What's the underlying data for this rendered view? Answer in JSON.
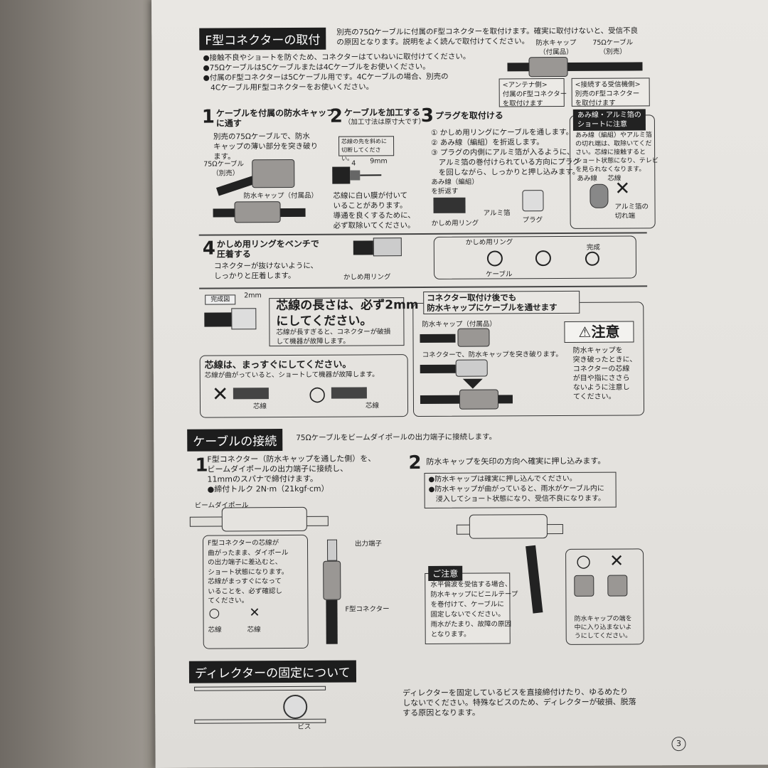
{
  "s1": {
    "title": "F型コネクターの取付",
    "intro": [
      "別売の75Ωケーブルに付属のF型コネクターを取付けます。確実に取付けないと、受信不良",
      "の原因となります。説明をよく読んで取付けてください。"
    ],
    "bullets": [
      "●接触不良やショートを防ぐため、コネクターはていねいに取付けてください。",
      "●75Ωケーブルは5Cケーブルまたは4Cケーブルをお使いください。",
      "●付属のF型コネクターは5Cケーブル用です。4Cケーブルの場合、別売の",
      "　4Cケーブル用F型コネクターをお使いください。"
    ],
    "diag": {
      "cap": [
        "防水キャップ",
        "（付属品）"
      ],
      "cable": [
        "75Ωケーブル",
        "（別売）"
      ],
      "antenna": [
        "<アンテナ側>",
        "付属のF型コネクター",
        "を取付けます"
      ],
      "receiver": [
        "<接続する受信機側>",
        "別売のF型コネクター",
        "を取付けます"
      ]
    },
    "step1": {
      "n": "1",
      "title": [
        "ケーブルを付属の防水キャップ",
        "に通す"
      ],
      "body": [
        "別売の75Ωケーブルで、防水",
        "キャップの薄い部分を突き破り",
        "ます。"
      ],
      "l1": [
        "75Ωケーブル",
        "（別売）"
      ],
      "l2": "防水キャップ（付属品）"
    },
    "step2": {
      "n": "2",
      "title": "ケーブルを加工する",
      "sub": "（加工寸法は原寸大です）",
      "note": [
        "芯線の先を斜めに",
        "切断してください。"
      ],
      "d1": "4",
      "d2": "9mm",
      "body": [
        "芯線に白い膜が付いて",
        "いることがあります。",
        "導通を良くするために、",
        "必ず取除いてください。"
      ]
    },
    "step3": {
      "n": "3",
      "title": "プラグを取付ける",
      "items": [
        "① かしめ用リングにケーブルを通します。",
        "② あみ線（編組）を折返します。",
        "③ プラグの内側にアルミ箔が入るように、",
        "　アルミ箔の巻付けられている方向にプラグ",
        "　を回しながら、しっかりと押し込みます。"
      ],
      "l_fold": [
        "あみ線（編組）",
        "を折返す"
      ],
      "l_foil": "アルミ箔",
      "l_plug": "プラグ",
      "l_ring": "かしめ用リング"
    },
    "warn": {
      "title": [
        "あみ線・アルミ箔の",
        "ショートに注意"
      ],
      "body": [
        "あみ線（編組）やアルミ箔",
        "の切れ端は、取除いてくだ",
        "さい。芯線に接触すると",
        "ショート状態になり、テレビ",
        "を見られなくなります。"
      ],
      "l1": "あみ線",
      "l2": "芯線",
      "l3": [
        "アルミ箔の",
        "切れ端"
      ],
      "x": "✕"
    },
    "step4": {
      "n": "4",
      "title": [
        "かしめ用リングをベンチで",
        "圧着する"
      ],
      "body": [
        "コネクターが抜けないように、",
        "しっかりと圧着します。"
      ],
      "l_ring": "かしめ用リング",
      "l_ring2": "かしめ用リング",
      "l_cable": "ケーブル",
      "l_done": "完成"
    },
    "done": {
      "label": "完成図",
      "mm": "2mm",
      "big": [
        "芯線の長さは、必ず2mm",
        "にしてください。"
      ],
      "small": [
        "芯線が長すぎると、コネクターが破損",
        "して機器が故障します。"
      ],
      "straight": "芯線は、まっすぐにしてください。",
      "straight_sub": "芯線が曲がっていると、ショートして機器が故障します。",
      "ng": "✕",
      "ok": "○",
      "core": "芯線"
    },
    "after": {
      "title": [
        "コネクター取付け後でも",
        "防水キャップにケーブルを通せます"
      ],
      "cap": "防水キャップ（付属品）",
      "pierce": "コネクターで、防水キャップを突き破ります。",
      "caution": "⚠注意",
      "caution_body": [
        "防水キャップを",
        "突き破ったときに、",
        "コネクターの芯線",
        "が目や指にささら",
        "ないように注意し",
        "てください。"
      ]
    }
  },
  "s2": {
    "title": "ケーブルの接続",
    "intro": "75Ωケーブルをビームダイポールの出力端子に接続します。",
    "step1": {
      "n": "1",
      "body": [
        "F型コネクター（防水キャップを通した側）を、",
        "ビームダイポールの出力端子に接続し、",
        "11mmのスパナで締付けます。",
        "●締付トルク 2N·m（21kgf·cm）"
      ],
      "l_dipole": "ビームダイポール",
      "l_out": "出力端子",
      "l_conn": "F型コネクター",
      "note": [
        "F型コネクターの芯線が",
        "曲がったまま、ダイポール",
        "の出力端子に差込むと、",
        "ショート状態になります。",
        "芯線がまっすぐになって",
        "いることを、必ず確認し",
        "てください。"
      ],
      "ok": "○",
      "ng": "✕",
      "core": "芯線"
    },
    "step2": {
      "n": "2",
      "title": "防水キャップを矢印の方向へ確実に押し込みます。",
      "bullets": [
        "●防水キャップは確実に押し込んでください。",
        "●防水キャップが曲がっていると、雨水がケーブル内に",
        "　浸入してショート状態になり、受信不良になります。"
      ],
      "caution": "ご注意",
      "caution_body": [
        "水平偏波を受信する場合、",
        "防水キャップにビニルテープ",
        "を巻付けて、ケーブルに",
        "固定しないでください。",
        "雨水がたまり、故障の原因",
        "となります。"
      ],
      "ok": "○",
      "ng": "✕",
      "cap_note": [
        "防水キャップの端を",
        "中に入り込まないよ",
        "うにしてください。"
      ]
    }
  },
  "s3": {
    "title": "ディレクターの固定について",
    "body": [
      "ディレクターを固定しているビスを直接締付けたり、ゆるめたり",
      "しないでください。特殊なビスのため、ディレクターが破損、脱落",
      "する原因となります。"
    ],
    "l_screw": "ビス"
  },
  "page": "3"
}
